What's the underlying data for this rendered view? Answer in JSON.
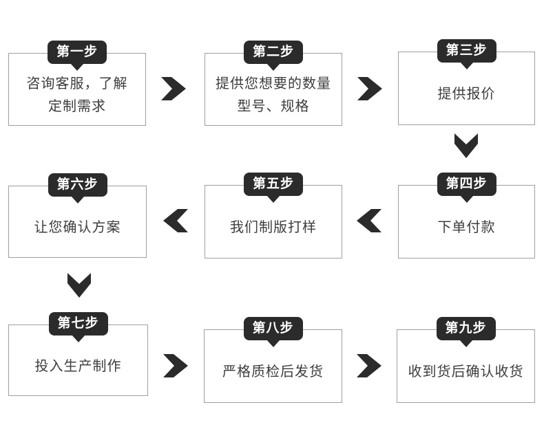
{
  "flow": {
    "title": "custom-order-process",
    "steps": [
      {
        "badge": "第一步",
        "text": "咨询客服，了解\n定制需求"
      },
      {
        "badge": "第二步",
        "text": "提供您想要的数量\n型号、规格"
      },
      {
        "badge": "第三步",
        "text": "提供报价"
      },
      {
        "badge": "第四步",
        "text": "下单付款"
      },
      {
        "badge": "第五步",
        "text": "我们制版打样"
      },
      {
        "badge": "第六步",
        "text": "让您确认方案"
      },
      {
        "badge": "第七步",
        "text": "投入生产制作"
      },
      {
        "badge": "第八步",
        "text": "严格质检后发货"
      },
      {
        "badge": "第九步",
        "text": "收到货后确认收货"
      }
    ],
    "icons": {
      "arrow_right": "chevron-right",
      "arrow_left": "chevron-left",
      "arrow_down": "chevron-down"
    },
    "colors": {
      "badge_bg": "#2b2b2b",
      "badge_text": "#ffffff",
      "box_border": "#9e9e9e",
      "body_text": "#3d3d3d",
      "arrow": "#2b2b2b",
      "background": "#ffffff"
    }
  }
}
